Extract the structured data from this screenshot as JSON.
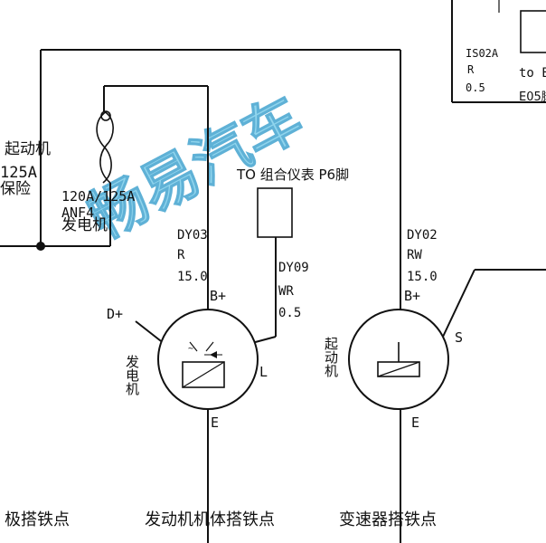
{
  "watermark": {
    "text": "畅易汽车",
    "color": "#6cc7e8"
  },
  "top_right_box": {
    "wire_code": "IS02A",
    "wire_color": "R",
    "wire_size": "0.5",
    "to_label": "to E",
    "pin_label": "E05脚"
  },
  "left_fuse": {
    "starter_label": "起动机",
    "rating": "125A",
    "fuse_suffix": "保险",
    "fuse_rating": "120A/125A",
    "fuse_code": "ANF4",
    "alt_label": "发电机"
  },
  "cluster": {
    "label": "TO 组合仪表 P6脚"
  },
  "wires": {
    "dy03": {
      "code": "DY03",
      "color": "R",
      "size": "15.0"
    },
    "dy09": {
      "code": "DY09",
      "color": "WR",
      "size": "0.5"
    },
    "dy02": {
      "code": "DY02",
      "color": "RW",
      "size": "15.0"
    }
  },
  "alternator": {
    "name": "发电机",
    "d_plus": "D+",
    "b_plus": "B+",
    "l": "L",
    "e": "E"
  },
  "starter": {
    "name": "起动机",
    "b_plus": "B+",
    "s": "S",
    "e": "E"
  },
  "grounds": {
    "left": "极搭铁点",
    "engine": "发动机机体搭铁点",
    "transmission": "变速器搭铁点"
  }
}
